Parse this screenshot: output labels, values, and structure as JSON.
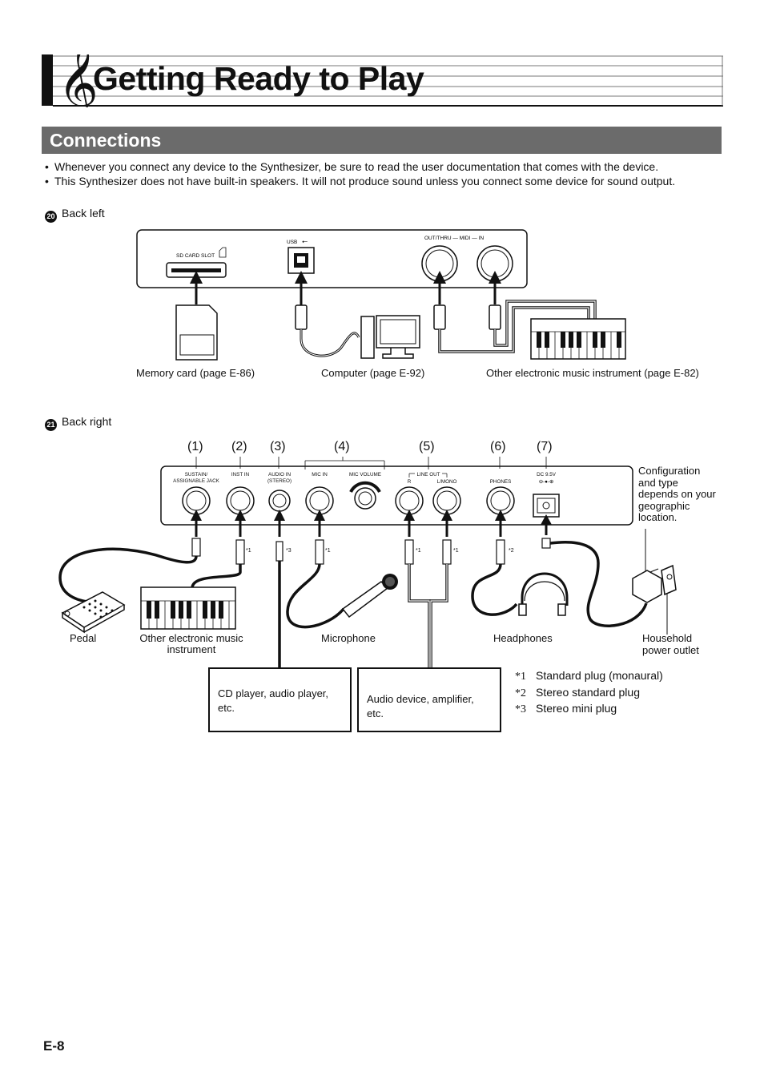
{
  "chapter": {
    "title": "Getting Ready to Play"
  },
  "section": {
    "title": "Connections"
  },
  "bullets": [
    "Whenever you connect any device to the Synthesizer, be sure to read the user documentation that comes with the device.",
    "This Synthesizer does not have built-in speakers. It will not produce sound unless you connect some device for sound output."
  ],
  "back_left": {
    "number": "20",
    "heading": "Back left",
    "panel_labels": {
      "sd_slot": "SD CARD SLOT",
      "usb": "USB",
      "midi": "OUT/THRU — MIDI — IN"
    },
    "captions": {
      "memory_card": "Memory card (page E-86)",
      "computer": "Computer (page E-92)",
      "instrument": "Other electronic music instrument (page E-82)"
    }
  },
  "back_right": {
    "number": "21",
    "heading": "Back right",
    "jack_numbers": [
      "(1)",
      "(2)",
      "(3)",
      "(4)",
      "(5)",
      "(6)",
      "(7)"
    ],
    "panel_labels": {
      "sustain": [
        "SUSTAIN/",
        "ASSIGNABLE JACK"
      ],
      "inst_in": "INST IN",
      "audio_in": [
        "AUDIO IN",
        "(STEREO)"
      ],
      "mic_in": "MIC IN",
      "mic_volume": "MIC VOLUME",
      "line_out": "LINE OUT",
      "r": "R",
      "l_mono": "L/MONO",
      "phones": "PHONES",
      "dc": "DC 9.5V"
    },
    "plug_marks": [
      "*1",
      "*3",
      "*1",
      "*1",
      "*1",
      "*2"
    ],
    "config_note": [
      "Configuration",
      "and type",
      "depends on your",
      "geographic",
      "location."
    ],
    "captions": {
      "pedal": "Pedal",
      "instrument": [
        "Other electronic music",
        "instrument"
      ],
      "microphone": "Microphone",
      "headphones": "Headphones",
      "outlet": [
        "Household",
        "power outlet"
      ]
    },
    "boxes": {
      "cd_player": "CD player, audio player, etc.",
      "audio_device": "Audio device, amplifier, etc."
    },
    "notes": [
      {
        "mark": "*1",
        "text": "Standard plug (monaural)"
      },
      {
        "mark": "*2",
        "text": "Stereo standard plug"
      },
      {
        "mark": "*3",
        "text": "Stereo mini plug"
      }
    ]
  },
  "page_number": "E-8"
}
